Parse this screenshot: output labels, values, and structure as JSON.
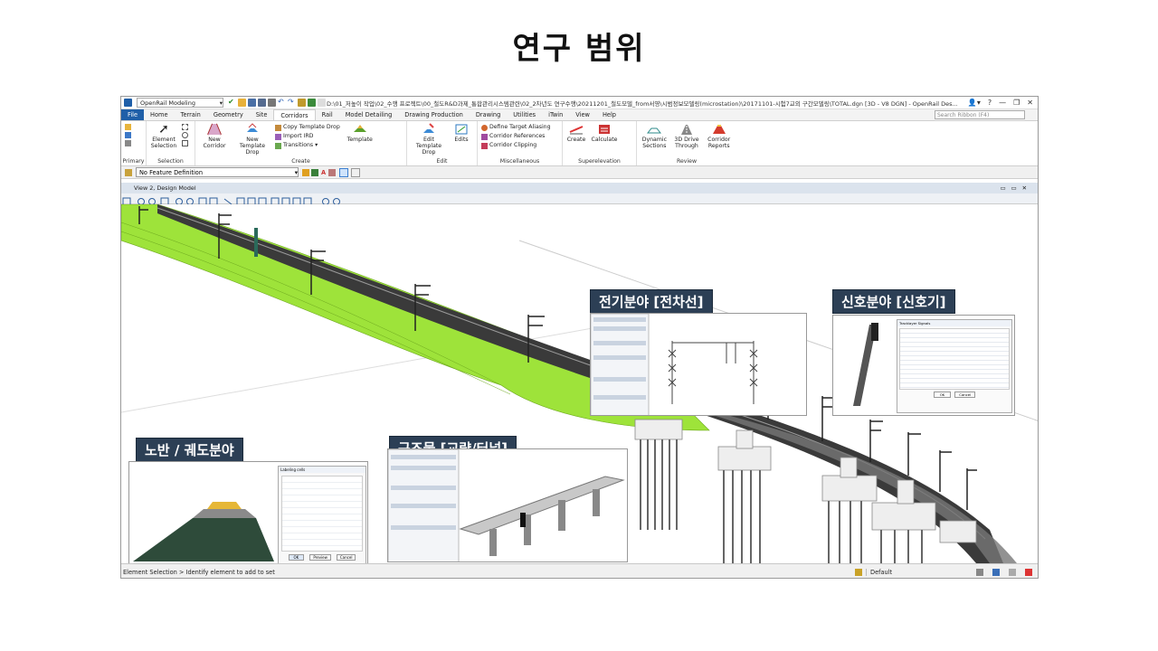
{
  "slide": {
    "title": "연구 범위"
  },
  "app": {
    "workspace": "OpenRail Modeling",
    "file_path": "D:\\01_저높이 작업\\02_수행 프로젝트\\00_철도R&D과제_통합관리시스템관련\\02_2차년도 연구수행\\20211201_철도모델_from서영\\시범정보모델링(microstation)\\20171101-시험7교외 구간모델링\\TOTAL.dgn [3D - V8 DGN] - OpenRail Des..."
  },
  "ribbon": {
    "tabs": [
      "File",
      "Home",
      "Terrain",
      "Geometry",
      "Site",
      "Corridors",
      "Rail",
      "Model Detailing",
      "Drawing Production",
      "Drawing",
      "Utilities",
      "iTwin",
      "View",
      "Help"
    ],
    "active_tab": "Corridors",
    "search_placeholder": "Search Ribbon (F4)",
    "groups": {
      "primary": {
        "label": "Primary"
      },
      "selection": {
        "label": "Selection",
        "element_selection": "Element Selection"
      },
      "create": {
        "label": "Create",
        "new_corridor": "New Corridor",
        "new_template_drop": "New Template Drop",
        "copy_template_drop": "Copy Template Drop",
        "import_ird": "Import IRD",
        "transitions": "Transitions",
        "template": "Template"
      },
      "edit": {
        "label": "Edit",
        "edit_template_drop": "Edit Template Drop",
        "edits": "Edits"
      },
      "misc": {
        "label": "Miscellaneous",
        "define_target_aliasing": "Define Target Aliasing",
        "corridor_references": "Corridor References",
        "corridor_clipping": "Corridor Clipping"
      },
      "superelevation": {
        "label": "Superelevation",
        "create": "Create",
        "calculate": "Calculate"
      },
      "review": {
        "label": "Review",
        "dynamic_sections": "Dynamic Sections",
        "drive_3d": "3D Drive Through",
        "corridor_reports": "Corridor Reports"
      }
    }
  },
  "feature_definition": "No Feature Definition",
  "view": {
    "title": "View 2, Design Model"
  },
  "status": {
    "message": "Element Selection > Identify element to add to set",
    "level": "Default"
  },
  "callouts": {
    "electric": "전기분야 [전차선]",
    "signal": "신호분야 [신호기]",
    "roadbed": "노반 / 궤도분야",
    "structure": "구조물 [교량/터널]"
  },
  "insets": {
    "roadbed_dialog": {
      "title": "Labeling cells",
      "ok": "OK",
      "preview": "Preview",
      "cancel": "Cancel"
    },
    "signal_dialog": {
      "title": "Tracklayer Signals",
      "ok": "OK",
      "cancel": "Cancel"
    }
  },
  "colors": {
    "accent": "#1f5fa8",
    "callout_bg": "#2c3f55",
    "embankment": "#9ee33a",
    "deck": "#3a3a3a"
  }
}
